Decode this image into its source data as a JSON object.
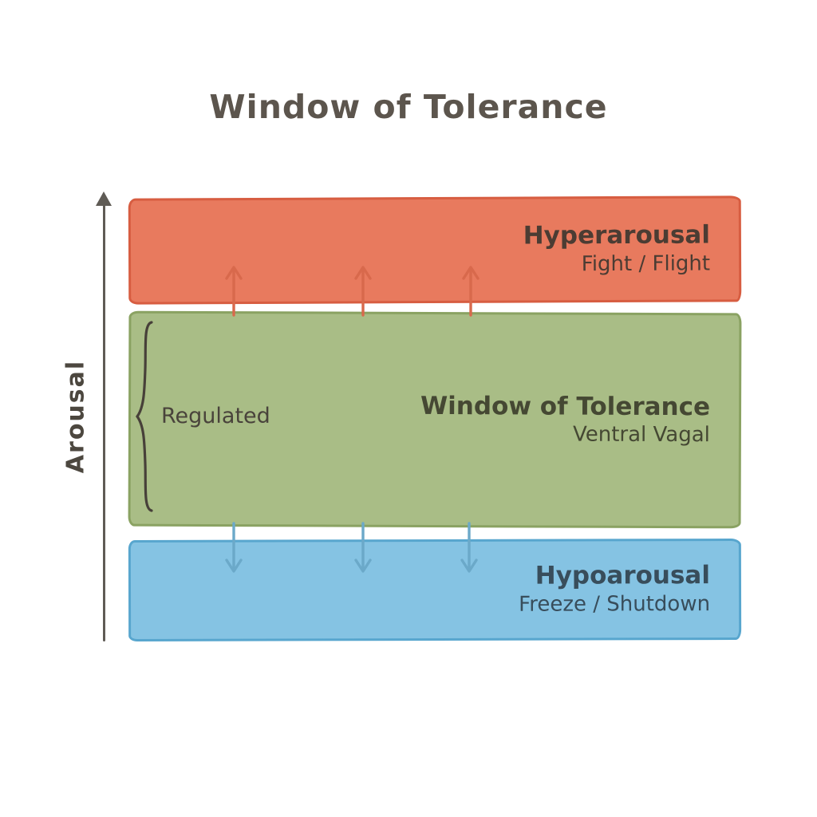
{
  "title": "Window of Tolerance",
  "y_axis": {
    "label": "Arousal"
  },
  "bands": {
    "hyper": {
      "heading": "Hyperarousal",
      "subheading": "Fight / Flight",
      "fill": "#e87a5e",
      "border": "#d75d41"
    },
    "window": {
      "heading": "Window of Tolerance",
      "subheading": "Ventral Vagal",
      "fill": "#a9bd86",
      "border": "#8aa262",
      "annotation": "Regulated"
    },
    "hypo": {
      "heading": "Hypoarousal",
      "subheading": "Freeze / Shutdown",
      "fill": "#85c3e3",
      "border": "#58a6ce"
    }
  },
  "arrows": {
    "up_color": "#d8694c",
    "down_color": "#6ba9c9",
    "up_count": 3,
    "down_count": 3
  },
  "colors": {
    "title_text": "#5c554d",
    "axis": "#5f5b55",
    "background": "#ffffff"
  }
}
